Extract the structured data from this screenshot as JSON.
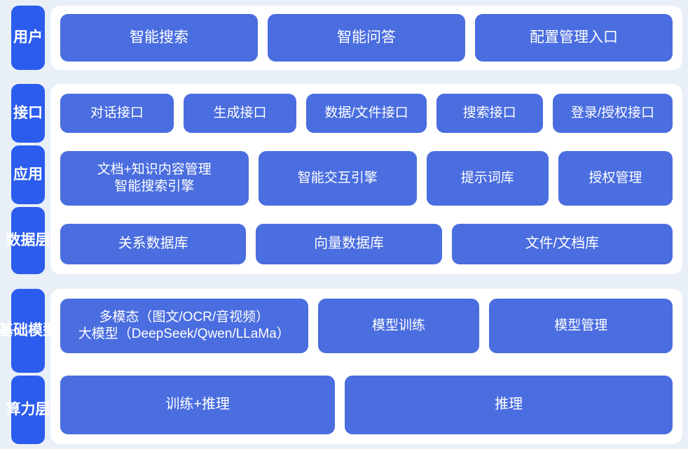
{
  "theme": {
    "background": "#e9eff7",
    "panel": "#ffffff",
    "tab_blue": "#2b5ced",
    "box_blue": "#4a6ddf",
    "text": "#ffffff"
  },
  "bands": [
    {
      "id": "user",
      "tabs": [
        {
          "label": "用户"
        }
      ],
      "rows": [
        {
          "boxes": [
            {
              "label": "智能搜索"
            },
            {
              "label": "智能问答"
            },
            {
              "label": "配置管理入口"
            }
          ]
        }
      ]
    },
    {
      "id": "middle",
      "tabs": [
        {
          "label": "接口"
        },
        {
          "label": "应用"
        },
        {
          "label": "数据层"
        }
      ],
      "rows": [
        {
          "boxes": [
            {
              "label": "对话接口"
            },
            {
              "label": "生成接口"
            },
            {
              "label": "数据/文件接口"
            },
            {
              "label": "搜索接口"
            },
            {
              "label": "登录/授权接口"
            }
          ]
        },
        {
          "boxes": [
            {
              "label": "文档+知识内容管理\n智能搜索引擎"
            },
            {
              "label": "智能交互引擎"
            },
            {
              "label": "提示词库"
            },
            {
              "label": "授权管理"
            }
          ]
        },
        {
          "boxes": [
            {
              "label": "关系数据库"
            },
            {
              "label": "向量数据库"
            },
            {
              "label": "文件/文档库"
            }
          ]
        }
      ]
    },
    {
      "id": "foundation",
      "tabs": [
        {
          "label": "基础模型"
        },
        {
          "label": "算力层"
        }
      ],
      "rows": [
        {
          "boxes": [
            {
              "label": "多模态（图文/OCR/音视频）\n大模型（DeepSeek/Qwen/LLaMa）"
            },
            {
              "label": "模型训练"
            },
            {
              "label": "模型管理"
            }
          ]
        },
        {
          "boxes": [
            {
              "label": "训练+推理"
            },
            {
              "label": "推理"
            }
          ]
        }
      ]
    }
  ]
}
